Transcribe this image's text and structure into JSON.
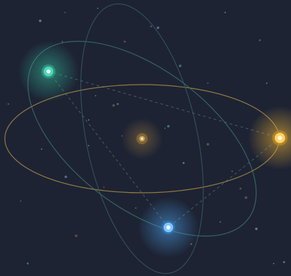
{
  "scene": {
    "background": "#1d2333",
    "orbit_colors": {
      "horizontal": "#b89a4a",
      "tilted": "#3f6f6f",
      "vertical": "#3a5d6a"
    },
    "link_color": "#6a8a96"
  },
  "bodies": [
    {
      "name": "center-star",
      "color": "#c9a35a",
      "glow": "#d8a14a"
    },
    {
      "name": "teal-star",
      "color": "#4fd7b8",
      "glow": "#33c2a0"
    },
    {
      "name": "gold-star",
      "color": "#ffd166",
      "glow": "#f2b63a"
    },
    {
      "name": "blue-star",
      "color": "#7fc4ff",
      "glow": "#4ea7f2"
    }
  ],
  "stars": {
    "palette": [
      "#6f8190",
      "#8a7a55",
      "#5aa7b0",
      "#9b6b4a",
      "#7fa2c8"
    ]
  }
}
